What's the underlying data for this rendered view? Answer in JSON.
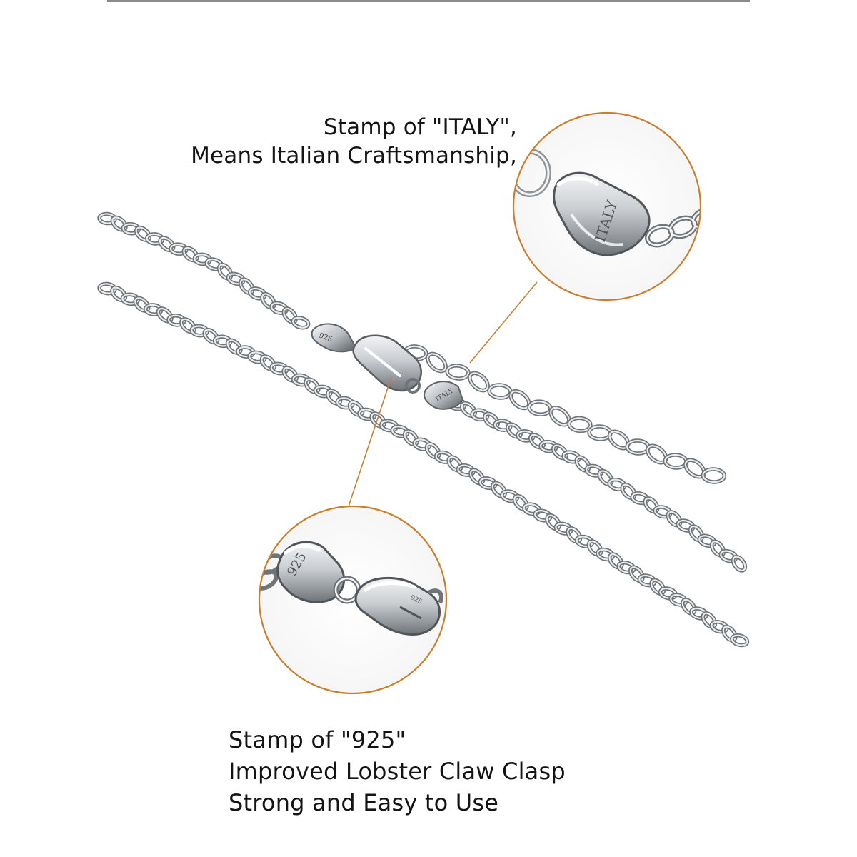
{
  "colors": {
    "background": "#ffffff",
    "accent_orange": "#c87f2e",
    "top_rule": "#1a1a1a",
    "silver_dark": "#6f7479",
    "silver_light": "#e9ecee",
    "text": "#141414"
  },
  "captions": {
    "italy": {
      "line1": "Stamp of \"ITALY\",",
      "line2": "Means Italian Craftsmanship,"
    },
    "clasp": {
      "line1": "Stamp of \"925\"",
      "line2": "Improved Lobster Claw Clasp",
      "line3": "Strong and Easy to Use"
    }
  },
  "stamps": {
    "italy_tag": "ITALY",
    "silver_tag": "925"
  }
}
